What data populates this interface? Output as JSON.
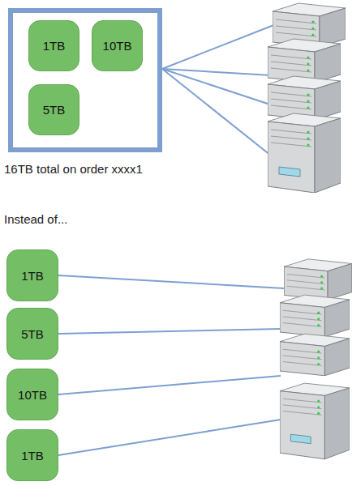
{
  "diagram": {
    "nodes": [
      {
        "text": [
          "16TB total on order xxxx1"
        ]
      },
      {
        "text": [
          "1TB"
        ],
        "in": 0
      },
      {
        "text": [
          "10TB"
        ],
        "in": 0
      },
      {
        "text": [
          "5TB"
        ],
        "in": 0
      },
      {
        "text": [
          "1TB"
        ]
      },
      {
        "text": [
          "5TB"
        ]
      },
      {
        "text": [
          "10TB"
        ]
      },
      {
        "text": [
          "1TB"
        ]
      }
    ],
    "labels": [
      "Instead of..."
    ]
  }
}
